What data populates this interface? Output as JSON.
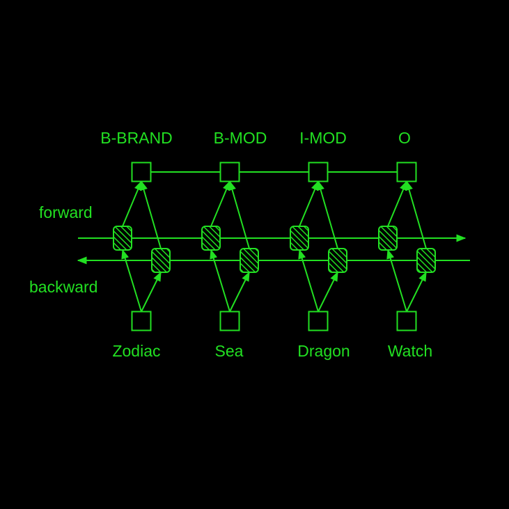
{
  "diagram": {
    "top_labels": [
      "B-BRAND",
      "B-MOD",
      "I-MOD",
      "O"
    ],
    "bottom_labels": [
      "Zodiac",
      "Sea",
      "Dragon",
      "Watch"
    ],
    "forward_label": "forward",
    "backward_label": "backward",
    "colors": {
      "background": "#000000",
      "line": "#22e022",
      "text": "#22e022"
    }
  }
}
